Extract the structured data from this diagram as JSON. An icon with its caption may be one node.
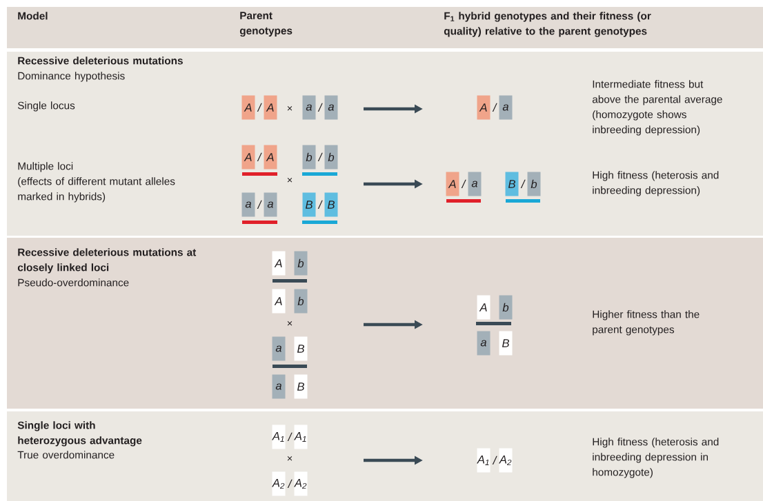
{
  "diagram": {
    "nodes": [
      {
        "text": [
          "A"
        ]
      },
      {
        "text": [
          "A"
        ]
      },
      {
        "text": [
          "a"
        ]
      },
      {
        "text": [
          "a"
        ]
      },
      {
        "text": [
          "A"
        ]
      },
      {
        "text": [
          "a"
        ]
      },
      {
        "text": [
          "A"
        ]
      },
      {
        "text": [
          "A"
        ]
      },
      {
        "text": [
          "b"
        ]
      },
      {
        "text": [
          "b"
        ]
      },
      {
        "text": [
          "A"
        ]
      },
      {
        "text": [
          "a"
        ]
      },
      {
        "text": [
          "B"
        ]
      },
      {
        "text": [
          "b"
        ]
      },
      {
        "text": [
          "a"
        ]
      },
      {
        "text": [
          "a"
        ]
      },
      {
        "text": [
          "B"
        ]
      },
      {
        "text": [
          "B"
        ]
      },
      {
        "text": [
          "A"
        ]
      },
      {
        "text": [
          "b"
        ]
      },
      {
        "text": [
          "A"
        ]
      },
      {
        "text": [
          "b"
        ]
      },
      {
        "text": [
          "A"
        ]
      },
      {
        "text": [
          "b"
        ]
      },
      {
        "text": [
          "a"
        ]
      },
      {
        "text": [
          "B"
        ]
      },
      {
        "text": [
          "a"
        ]
      },
      {
        "text": [
          "B"
        ]
      },
      {
        "text": [
          "a"
        ]
      },
      {
        "text": [
          "B"
        ]
      },
      {
        "text": [
          "A$_{1}$"
        ]
      },
      {
        "text": [
          "A$_{1}$"
        ]
      },
      {
        "text": [
          "A$_{1}$"
        ]
      },
      {
        "text": [
          "A$_{2}$"
        ]
      },
      {
        "text": [
          "A$_{2}$"
        ]
      },
      {
        "text": [
          "A$_{2}$"
        ]
      }
    ],
    "labels": [
      "Model",
      "Parent genotypes",
      "F$_{1}$ hybrid genotypes and their fitness (or quality) relative to the parent genotypes",
      "Recessive deleterious mutations",
      "Dominance hypothesis",
      "Intermediate fitness but above the parental average (homozygote shows inbreeding depression)",
      "Single locus",
      "/",
      "×",
      "/",
      "/",
      "/",
      "/",
      "Multiple loci",
      "(effects of different mutant alleles marked in hybrids)",
      "×",
      "High fitness (heterosis and inbreeding depression)",
      "/",
      "/",
      "/",
      "/",
      "Recessive deleterious mutations at closely linked loci",
      "Pseudo-overdominance",
      "×",
      "Higher fitness than the parent genotypes",
      "Single loci with heterozygous advantage",
      "True overdominance",
      "/",
      "×",
      "High fitness (heterosis and inbreeding depression in homozygote)",
      "/",
      "/"
    ]
  }
}
